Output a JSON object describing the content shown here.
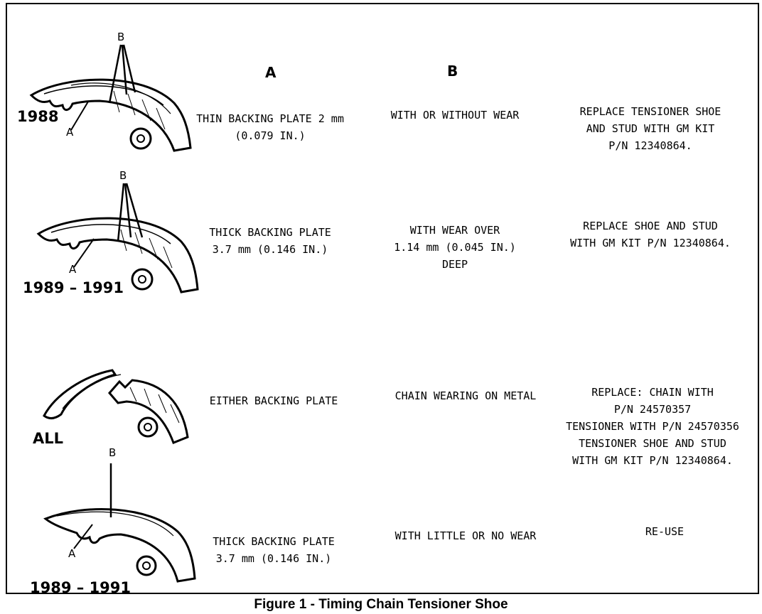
{
  "headers": {
    "a": "A",
    "b": "B"
  },
  "callouts": {
    "a": "A",
    "b": "B"
  },
  "rows": [
    {
      "year": "1988",
      "col_a": "THIN BACKING PLATE 2 mm\n(0.079 IN.)",
      "col_b": "WITH OR WITHOUT WEAR",
      "action": "REPLACE TENSIONER SHOE\nAND STUD WITH GM KIT\nP/N 12340864."
    },
    {
      "year": "1989 – 1991",
      "col_a": "THICK BACKING PLATE\n3.7 mm (0.146 IN.)",
      "col_b": "WITH WEAR OVER\n1.14 mm (0.045 IN.)\nDEEP",
      "action": "REPLACE SHOE AND STUD\nWITH GM KIT P/N 12340864."
    },
    {
      "year": "ALL",
      "col_a": "EITHER BACKING PLATE",
      "col_b": "CHAIN WEARING ON METAL",
      "action": "REPLACE: CHAIN WITH\nP/N 24570357\nTENSIONER WITH P/N 24570356\nTENSIONER SHOE AND STUD\nWITH GM KIT P/N 12340864."
    },
    {
      "year": "1989 – 1991",
      "col_a": "THICK BACKING PLATE\n3.7 mm (0.146 IN.)",
      "col_b": "WITH LITTLE OR NO WEAR",
      "action": "RE-USE"
    }
  ],
  "caption": "Figure 1 - Timing Chain Tensioner Shoe"
}
